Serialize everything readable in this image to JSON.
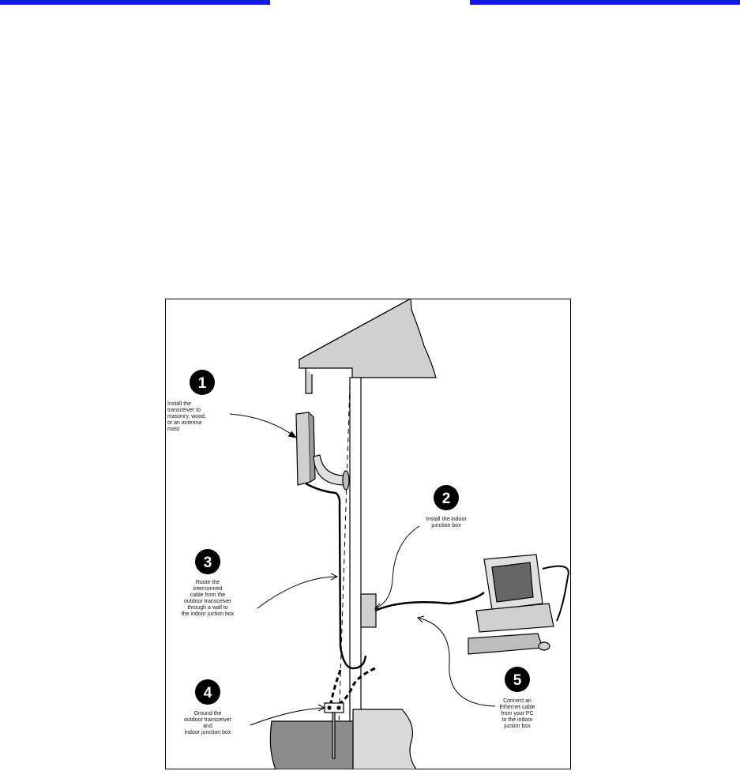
{
  "header": {
    "rule_color": "#1414f0"
  },
  "diagram": {
    "border_color": "#000000",
    "steps": [
      {
        "number": "1",
        "lines": [
          "Install the",
          "transceiver to",
          "masonry, wood,",
          "or an antenna",
          "mast"
        ]
      },
      {
        "number": "2",
        "lines": [
          "Install the indoor",
          "junction box"
        ]
      },
      {
        "number": "3",
        "lines": [
          "Route the",
          "interconned",
          "cable from the",
          "outdoor transceiver",
          "through a wall to",
          "the indoor juction box"
        ]
      },
      {
        "number": "4",
        "lines": [
          "Ground the",
          "outdoor transceiver",
          "and",
          "indoor junction box"
        ]
      },
      {
        "number": "5",
        "lines": [
          "Connect an",
          "Ethernet cable",
          "from your PC",
          "to the indoor",
          "juction box"
        ]
      }
    ]
  }
}
